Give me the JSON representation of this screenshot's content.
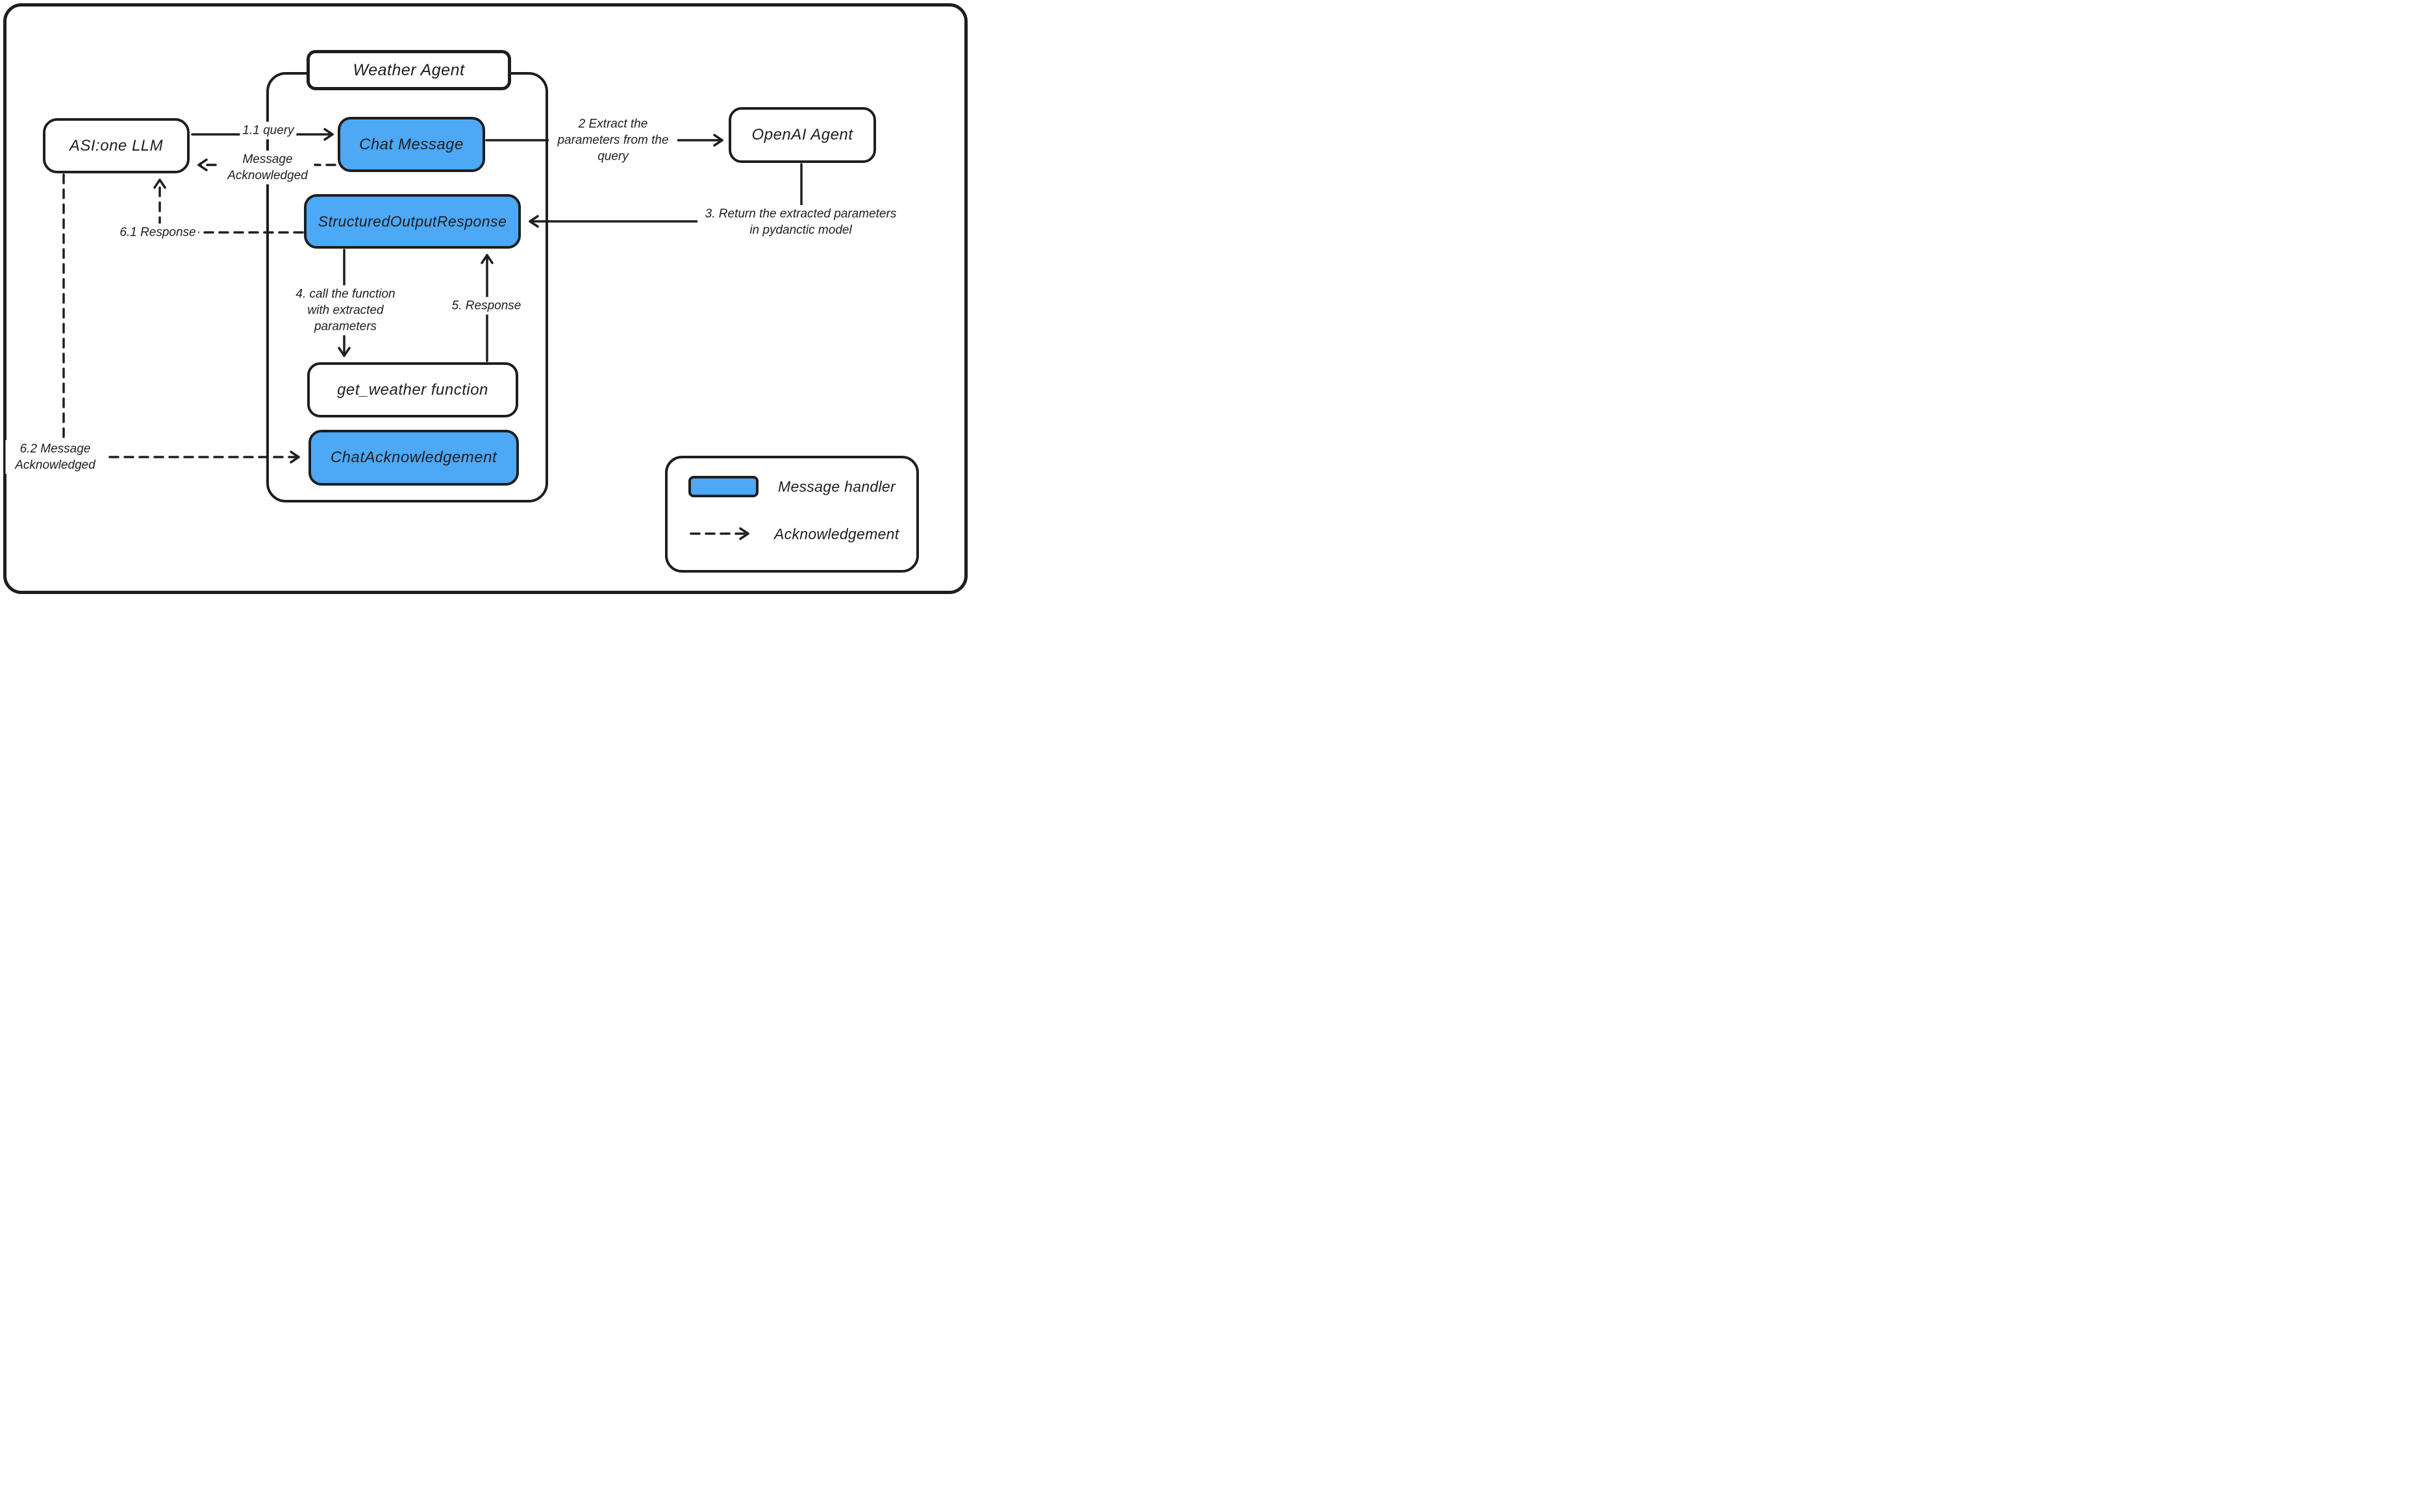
{
  "diagram": {
    "container": {
      "title": "Weather Agent"
    },
    "nodes": {
      "asi": {
        "label": "ASI:one LLM"
      },
      "chat": {
        "label": "Chat Message"
      },
      "openai": {
        "label": "OpenAI Agent"
      },
      "sor": {
        "label": "StructuredOutputResponse"
      },
      "getw": {
        "label": "get_weather function"
      },
      "chatack": {
        "label": "ChatAcknowledgement"
      }
    },
    "edges": {
      "query": {
        "label": "1.1 query",
        "style": "solid"
      },
      "msg_ack": {
        "label": "Message Acknowledged",
        "style": "dashed"
      },
      "extract": {
        "label": "2 Extract the parameters from the query",
        "style": "solid"
      },
      "return_params": {
        "label": "3. Return the extracted parameters in pydanctic model",
        "style": "solid"
      },
      "call_func": {
        "label": "4. call the function with extracted parameters",
        "style": "solid"
      },
      "response_5": {
        "label": "5. Response",
        "style": "solid"
      },
      "response_61": {
        "label": "6.1 Response",
        "style": "dashed"
      },
      "msg_ack_62": {
        "label": "6.2 Message Acknowledged",
        "style": "dashed"
      }
    },
    "legend": {
      "handler_label": "Message handler",
      "ack_label": "Acknowledgement"
    },
    "colors": {
      "handler_fill": "#4da8f5",
      "stroke": "#1e1e1e",
      "background": "#ffffff"
    }
  }
}
